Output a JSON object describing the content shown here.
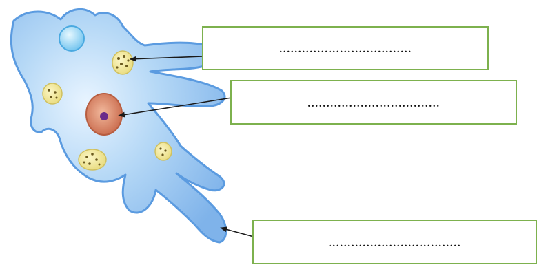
{
  "labels": [
    {
      "text": "...................................",
      "target": "food-vacuole"
    },
    {
      "text": "...................................",
      "target": "nucleus"
    },
    {
      "text": "...................................",
      "target": "pseudopodium"
    }
  ],
  "colors": {
    "cell_fill": "#8ec0ef",
    "cell_outline": "#5b9be0",
    "vacuole": "#f2ea9e",
    "nucleus": "#d9866a",
    "nucleolus": "#6a2b8a",
    "contractile_vacuole": "#9ad4f5",
    "box_border": "#7db14e",
    "arrow": "#1a1a1a"
  }
}
